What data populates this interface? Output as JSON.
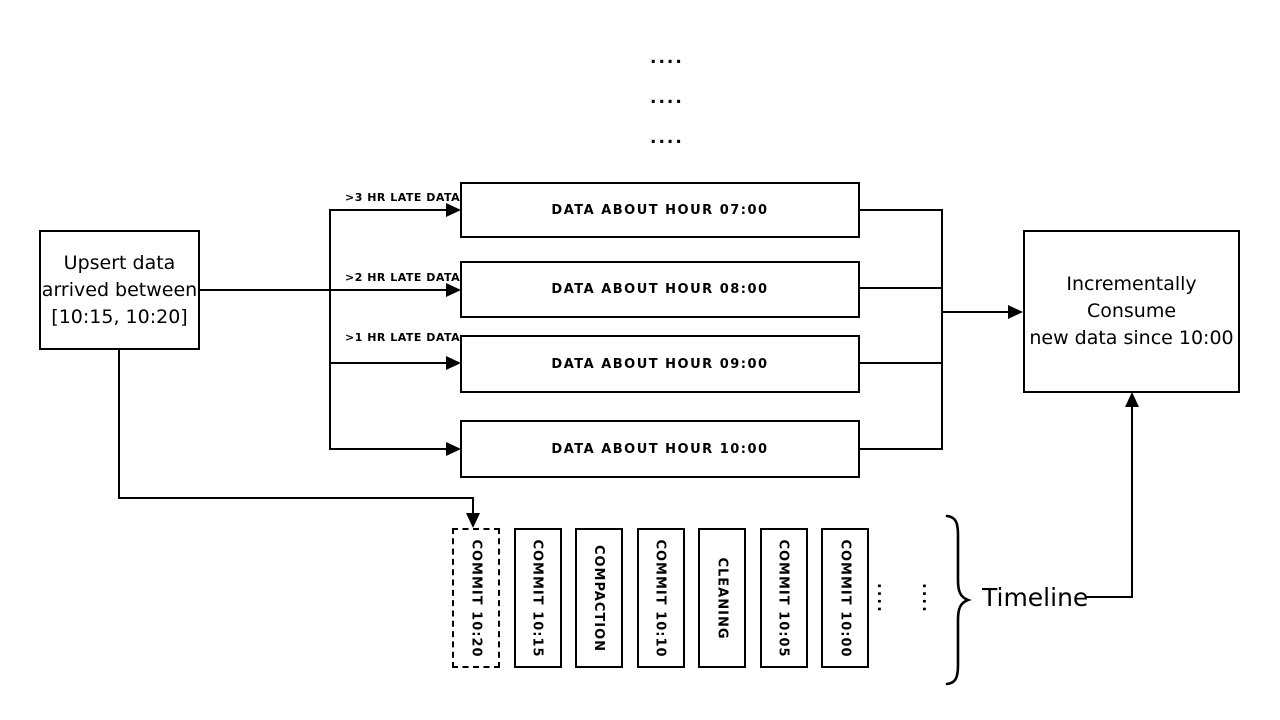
{
  "colors": {
    "ink": "#000000",
    "background": "#ffffff"
  },
  "top_dots": [
    "....",
    "....",
    "...."
  ],
  "upsert_box": {
    "lines": [
      "Upsert data",
      "arrived between",
      "[10:15, 10:20]"
    ]
  },
  "branch_labels": [
    ">3 HR LATE DATA",
    ">2 HR LATE DATA",
    ">1 HR LATE DATA"
  ],
  "hour_boxes": [
    "DATA ABOUT HOUR 07:00",
    "DATA ABOUT HOUR 08:00",
    "DATA ABOUT HOUR 09:00",
    "DATA ABOUT HOUR 10:00"
  ],
  "consume_box": {
    "lines": [
      "Incrementally Consume",
      "new data since 10:00"
    ]
  },
  "timeline": {
    "label": "Timeline",
    "ellipsis": "....",
    "entries": [
      {
        "label": "COMMIT 10:20",
        "style": "dashed"
      },
      {
        "label": "COMMIT 10:15",
        "style": "solid"
      },
      {
        "label": "COMPACTION",
        "style": "solid"
      },
      {
        "label": "COMMIT 10:10",
        "style": "solid"
      },
      {
        "label": "CLEANING",
        "style": "solid"
      },
      {
        "label": "COMMIT 10:05",
        "style": "solid"
      },
      {
        "label": "COMMIT 10:00",
        "style": "solid"
      }
    ]
  }
}
